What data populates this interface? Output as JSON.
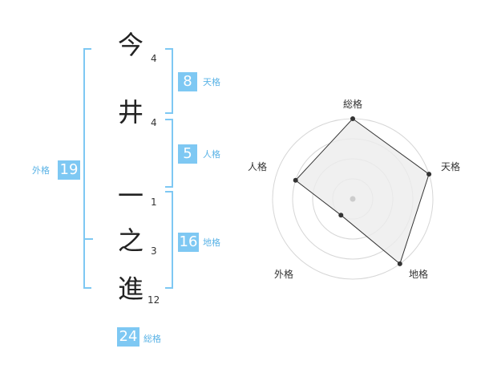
{
  "name_chars": [
    {
      "char": "今",
      "strokes": "4"
    },
    {
      "char": "井",
      "strokes": "4"
    },
    {
      "char": "一",
      "strokes": "1"
    },
    {
      "char": "之",
      "strokes": "3"
    },
    {
      "char": "進",
      "strokes": "12"
    }
  ],
  "scores": {
    "tenkaku": {
      "value": "8",
      "label": "天格"
    },
    "jinkaku": {
      "value": "5",
      "label": "人格"
    },
    "chikaku": {
      "value": "16",
      "label": "地格"
    },
    "gaikaku": {
      "value": "19",
      "label": "外格"
    },
    "soukaku": {
      "value": "24",
      "label": "総格"
    }
  },
  "chart_data": {
    "type": "radar",
    "axes": [
      "総格",
      "天格",
      "地格",
      "外格",
      "人格"
    ],
    "values": [
      4,
      4,
      4,
      1,
      3
    ],
    "max": 4,
    "rings": 4,
    "colors": {
      "fill": "#ececec",
      "line": "#333333",
      "ring": "#d6d6d6",
      "center": "#cccccc",
      "accent": "#7ec8f3"
    }
  }
}
